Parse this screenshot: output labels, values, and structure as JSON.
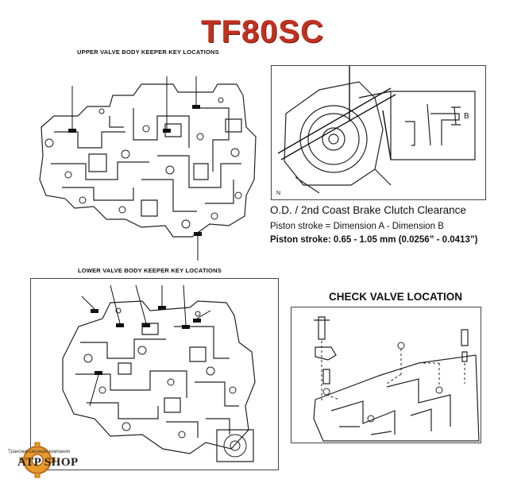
{
  "title": "TF80SC",
  "upper_caption": "UPPER VALVE BODY KEEPER KEY LOCATIONS",
  "lower_caption": "LOWER VALVE BODY KEEPER KEY LOCATIONS",
  "clearance": {
    "figure_label_b": "B",
    "figure_label_n": "N",
    "heading": "O.D. / 2nd Coast Brake Clutch Clearance",
    "formula": "Piston stroke = Dimension A - Dimension B",
    "spec": "Piston stroke: 0.65 - 1.05 mm (0.0256” - 0.0413”)"
  },
  "check_valve": {
    "heading": "CHECK VALVE LOCATION"
  },
  "logo": {
    "small_text": "Трансмиссионная компания",
    "brand": "ATP SHOP"
  }
}
